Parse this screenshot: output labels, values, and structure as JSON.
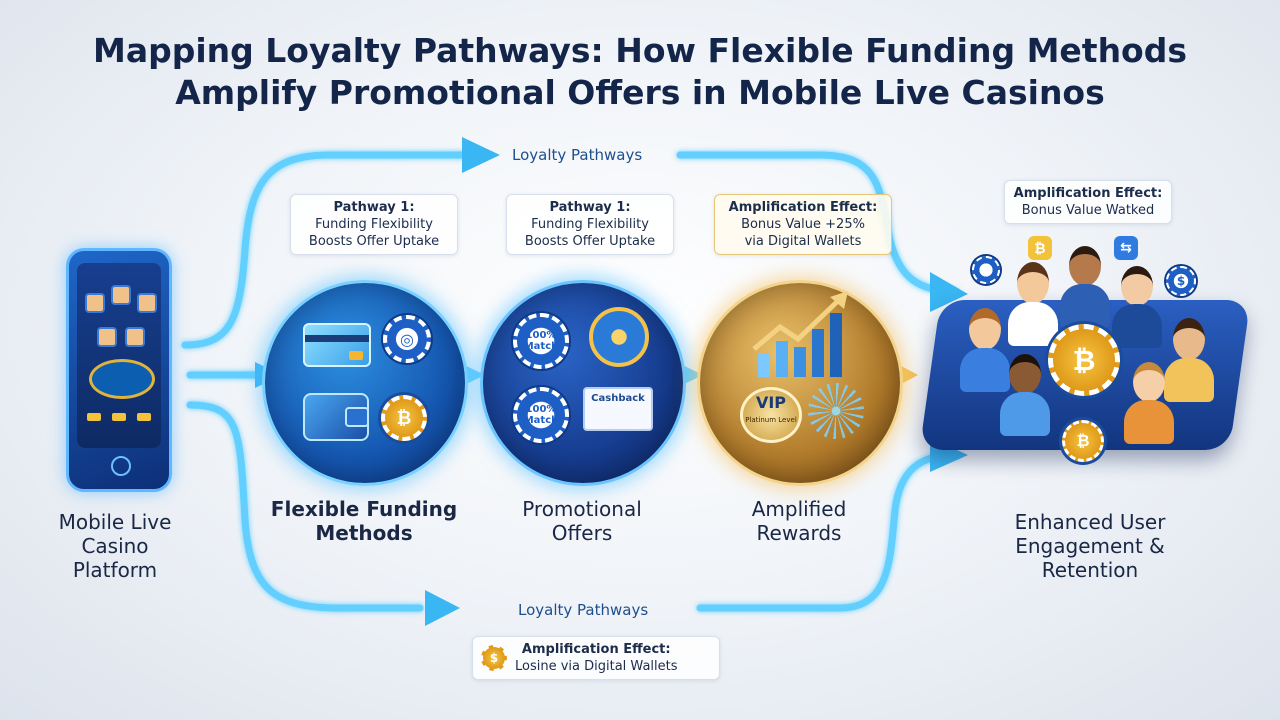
{
  "title": {
    "line1": "Mapping Loyalty Pathways: How Flexible Funding Methods",
    "line2": "Amplify Promotional Offers in Mobile Live Casinos"
  },
  "pathway_labels": {
    "top": "Loyalty Pathways",
    "bottom": "Loyalty Pathways"
  },
  "callouts": {
    "c1": {
      "heading": "Pathway 1:",
      "line1": "Funding Flexibility",
      "line2": "Boosts Offer Uptake"
    },
    "c2": {
      "heading": "Pathway 1:",
      "line1": "Funding Flexibility",
      "line2": "Boosts Offer Uptake"
    },
    "c3": {
      "heading": "Amplification Effect:",
      "line1": "Bonus Value +25%",
      "line2": "via Digital Wallets"
    },
    "c4": {
      "heading": "Amplification Effect:",
      "line1": "Bonus Value Watked"
    },
    "c5": {
      "heading": "Amplification Effect:",
      "line1": "Losine via Digital Wallets"
    }
  },
  "stages": {
    "platform": {
      "line1": "Mobile Live",
      "line2": "Casino",
      "line3": "Platform"
    },
    "funding": {
      "line1": "Flexible Funding",
      "line2": "Methods"
    },
    "offers": {
      "line1": "Promotional",
      "line2": "Offers"
    },
    "rewards": {
      "line1": "Amplified",
      "line2": "Rewards"
    },
    "engagement": {
      "line1": "Enhanced User",
      "line2": "Engagement &",
      "line3": "Retention"
    }
  },
  "icon_text": {
    "chip_match": "100% Match",
    "chip_match_2": "100% Match",
    "cashback": "Cashback",
    "vip": "VIP",
    "vip_sub": "Platinum Level",
    "bitcoin": "₿",
    "dollar": "$"
  },
  "colors": {
    "glow": "#55c8ff",
    "navy": "#14254a",
    "gold": "#e0a92a"
  }
}
